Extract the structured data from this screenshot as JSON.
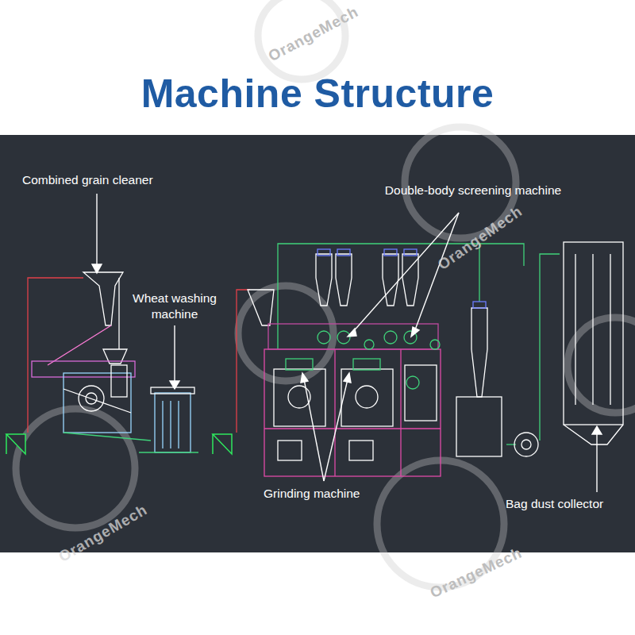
{
  "diagram": {
    "title": "Machine Structure",
    "labels": [
      "Combined grain cleaner",
      "Wheat washing machine",
      "Double-body screening machine",
      "Grinding machine",
      "Bag dust collector",
      "OrangeMech",
      "OrangeMech",
      "OrangeMech",
      "OrangeMech"
    ]
  }
}
